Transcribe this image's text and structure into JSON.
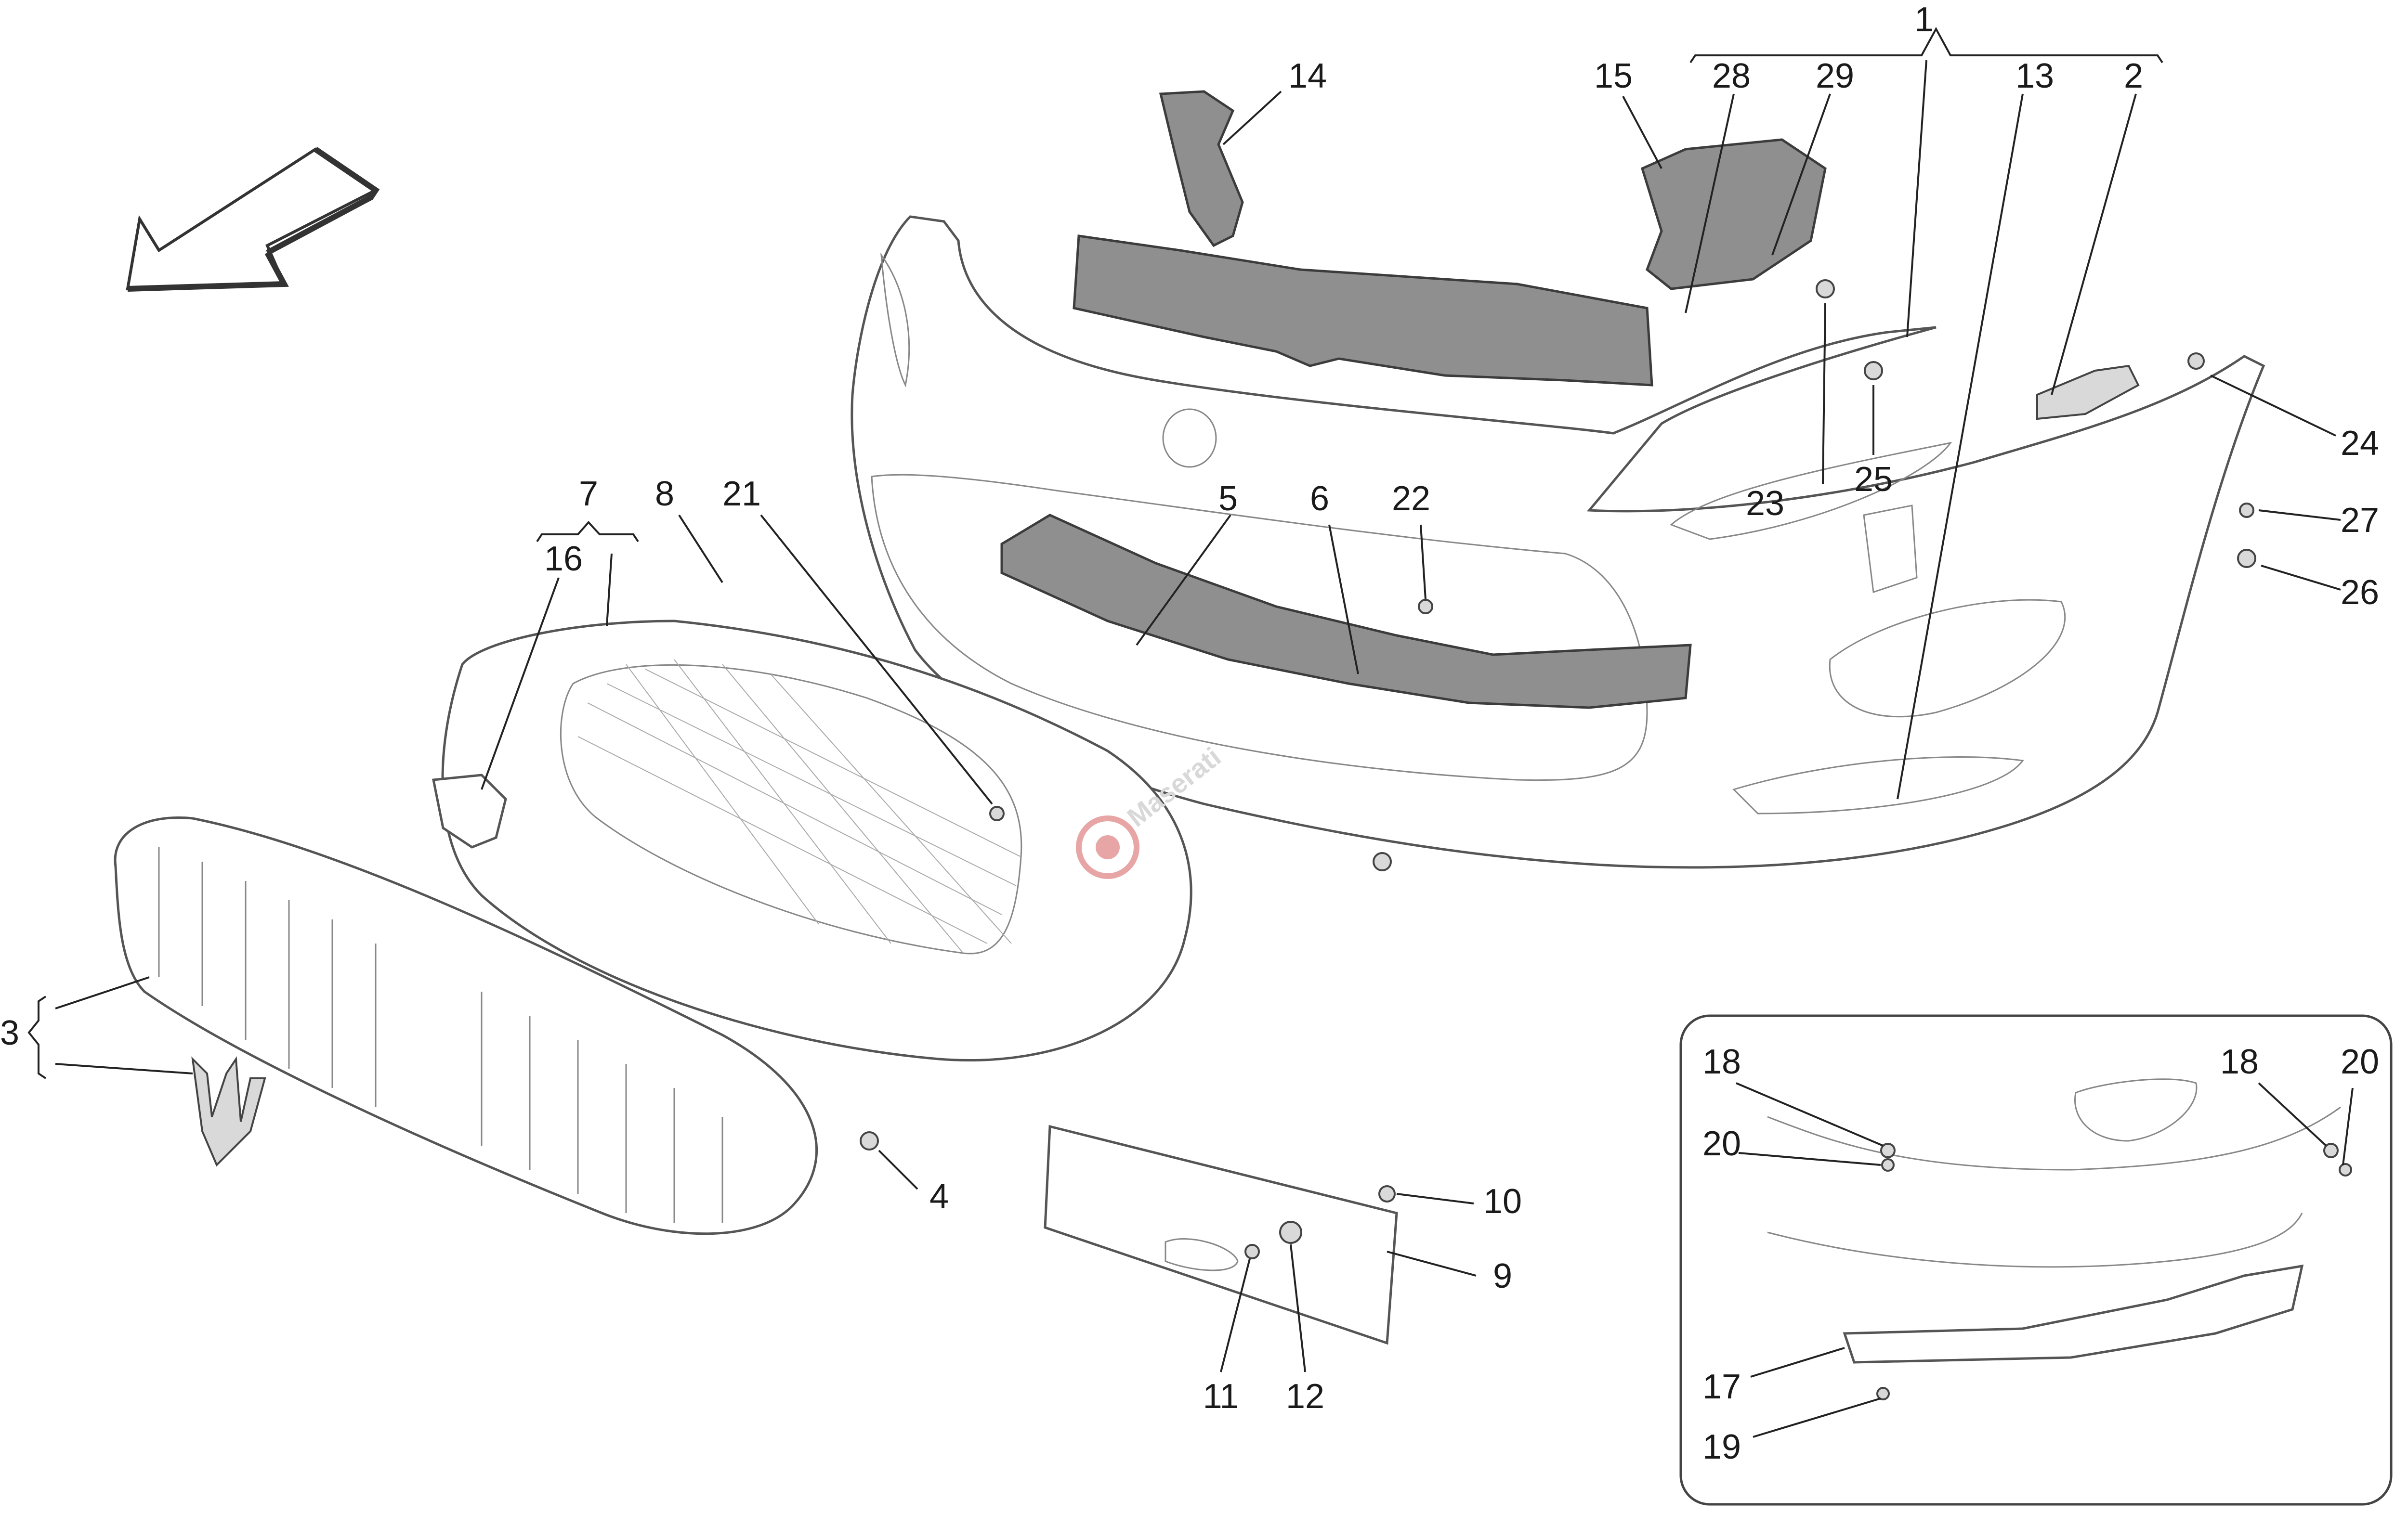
{
  "callouts": {
    "c1": "1",
    "c2": "2",
    "c3": "3",
    "c4": "4",
    "c5": "5",
    "c6": "6",
    "c7": "7",
    "c8": "8",
    "c9": "9",
    "c10": "10",
    "c11": "11",
    "c12": "12",
    "c13": "13",
    "c14": "14",
    "c15": "15",
    "c16": "16",
    "c17": "17",
    "c18a": "18",
    "c18b": "18",
    "c19": "19",
    "c20a": "20",
    "c20b": "20",
    "c21": "21",
    "c22": "22",
    "c23": "23",
    "c24": "24",
    "c25": "25",
    "c26": "26",
    "c27": "27",
    "c28": "28",
    "c29": "29"
  },
  "watermark": "Maserati",
  "icons": {
    "direction": "front-direction-arrow-icon",
    "emblem": "trident-emblem-icon",
    "watermark_logo": "watermark-logo-icon"
  },
  "colors": {
    "line": "#555555",
    "dark_part": "#8f8f8f",
    "text": "#1a1a1a",
    "watermark": "#d8d8d8"
  }
}
